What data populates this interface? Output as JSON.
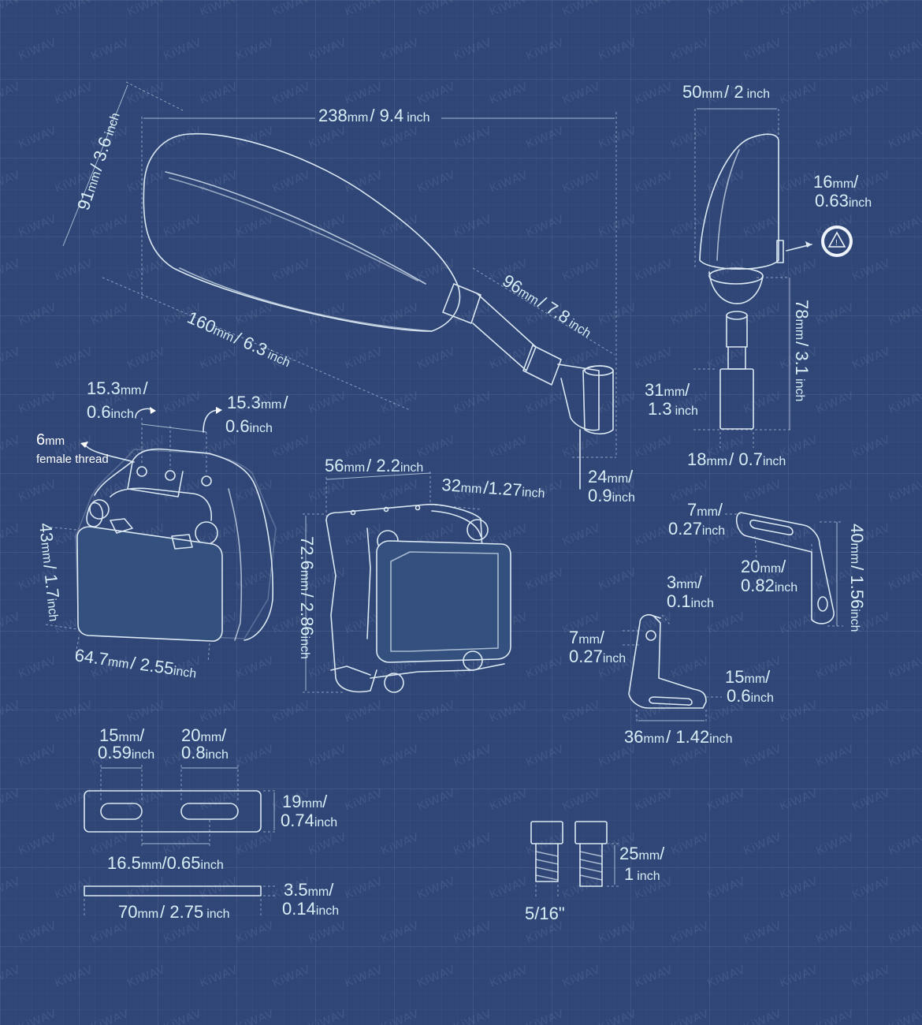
{
  "watermark": "KiWAV",
  "mirror_front": {
    "width_value": "238",
    "width_unit": "mm",
    "width_inch_value": "9.4",
    "width_inch_unit": "inch",
    "height_value": "91",
    "height_unit": "mm",
    "height_inch_value": "3.6",
    "height_inch_unit": "inch",
    "head_value": "160",
    "head_unit": "mm",
    "head_inch_value": "6.3",
    "head_inch_unit": "inch",
    "stem_value": "96",
    "stem_unit": "mm",
    "stem_inch_value": "7.8",
    "stem_inch_unit": "inch",
    "base_value": "24",
    "base_unit": "mm",
    "base_inch_value": "0.9",
    "base_inch_unit": "inch"
  },
  "mirror_side": {
    "width_value": "50",
    "width_unit": "mm",
    "width_inch_value": "2",
    "width_inch_unit": "inch",
    "led_value": "16",
    "led_unit": "mm",
    "led_inch_value": "0.63",
    "led_inch_unit": "inch",
    "height_value": "78",
    "height_unit": "mm",
    "height_inch_value": "3.1",
    "height_inch_unit": "inch",
    "post_h_value": "31",
    "post_h_unit": "mm",
    "post_h_inch_value": "1.3",
    "post_h_inch_unit": "inch",
    "post_w_value": "18",
    "post_w_unit": "mm",
    "post_w_inch_value": "0.7",
    "post_w_inch_unit": "inch"
  },
  "clamp_iso": {
    "thread_value": "6",
    "thread_unit": "mm",
    "thread_label": "female thread",
    "hole1_value": "15.3",
    "hole1_unit": "mm",
    "hole1_inch_value": "0.6",
    "hole1_inch_unit": "inch",
    "hole2_value": "15.3",
    "hole2_unit": "mm",
    "hole2_inch_value": "0.6",
    "hole2_inch_unit": "inch",
    "height_value": "43",
    "height_unit": "mm",
    "height_inch_value": "1.7",
    "height_inch_unit": "inch",
    "width_value": "64.7",
    "width_unit": "mm",
    "width_inch_value": "2.55",
    "width_inch_unit": "inch"
  },
  "clamp_front": {
    "width_value": "56",
    "width_unit": "mm",
    "width_inch_value": "2.2",
    "width_inch_unit": "inch",
    "depth_value": "32",
    "depth_unit": "mm",
    "depth_inch_value": "1.27",
    "depth_inch_unit": "inch",
    "height_value": "72.6",
    "height_unit": "mm",
    "height_inch_value": "2.86",
    "height_inch_unit": "inch"
  },
  "bracket_l1": {
    "slot_value": "7",
    "slot_unit": "mm",
    "slot_inch_value": "0.27",
    "slot_inch_unit": "inch",
    "len_value": "20",
    "len_unit": "mm",
    "len_inch_value": "0.82",
    "len_inch_unit": "inch",
    "height_value": "40",
    "height_unit": "mm",
    "height_inch_value": "1.56",
    "height_inch_unit": "inch"
  },
  "bracket_l2": {
    "thick_value": "3",
    "thick_unit": "mm",
    "thick_inch_value": "0.1",
    "thick_inch_unit": "inch",
    "hole_value": "7",
    "hole_unit": "mm",
    "hole_inch_value": "0.27",
    "hole_inch_unit": "inch",
    "slot_value": "15",
    "slot_unit": "mm",
    "slot_inch_value": "0.6",
    "slot_inch_unit": "inch",
    "width_value": "36",
    "width_unit": "mm",
    "width_inch_value": "1.42",
    "width_inch_unit": "inch"
  },
  "plate": {
    "slot1_value": "15",
    "slot1_unit": "mm",
    "slot1_inch_value": "0.59",
    "slot1_inch_unit": "inch",
    "slot2_value": "20",
    "slot2_unit": "mm",
    "slot2_inch_value": "0.8",
    "slot2_inch_unit": "inch",
    "height_value": "19",
    "height_unit": "mm",
    "height_inch_value": "0.74",
    "height_inch_unit": "inch",
    "spacing_value": "16.5",
    "spacing_unit": "mm",
    "spacing_inch_value": "0.65",
    "spacing_inch_unit": "inch",
    "thick_value": "3.5",
    "thick_unit": "mm",
    "thick_inch_value": "0.14",
    "thick_inch_unit": "inch",
    "length_value": "70",
    "length_unit": "mm",
    "length_inch_value": "2.75",
    "length_inch_unit": "inch"
  },
  "bolts": {
    "len_value": "25",
    "len_unit": "mm",
    "len_inch_value": "1",
    "len_inch_unit": "inch",
    "diameter": "5/16\""
  }
}
